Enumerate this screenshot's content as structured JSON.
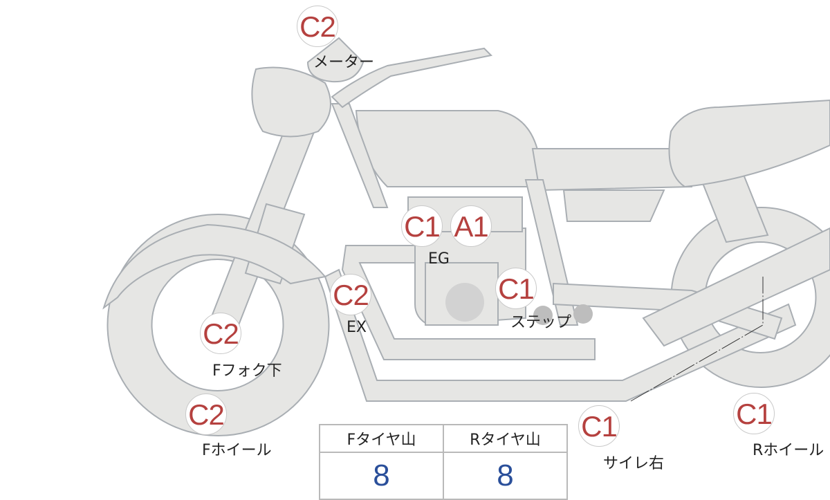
{
  "parts": [
    {
      "grade": "C2",
      "label": "メーター"
    },
    {
      "grade": "C1",
      "label": "EG"
    },
    {
      "grade": "A1",
      "label": ""
    },
    {
      "grade": "C2",
      "label": "EX"
    },
    {
      "grade": "C1",
      "label": "ステップ"
    },
    {
      "grade": "C2",
      "label": "Fフォク下"
    },
    {
      "grade": "C2",
      "label": "Fホイール"
    },
    {
      "grade": "C1",
      "label": "サイレ右"
    },
    {
      "grade": "C1",
      "label": "Rホイール"
    }
  ],
  "tire_table": {
    "headers": [
      "Fタイヤ山",
      "Rタイヤ山"
    ],
    "values": [
      "8",
      "8"
    ]
  },
  "colors": {
    "grade": "#b5413f",
    "value": "#2a4f9a",
    "body": "#e6e6e4"
  }
}
